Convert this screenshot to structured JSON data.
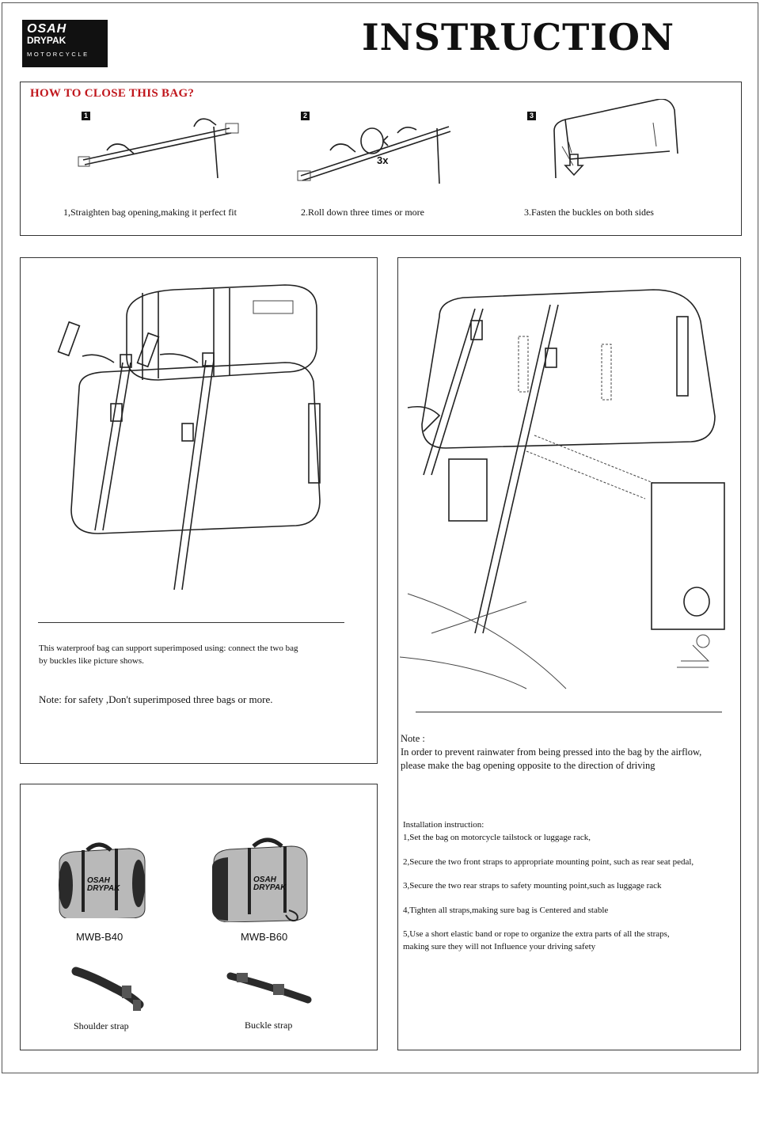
{
  "header": {
    "logo": {
      "line1": "OSAH",
      "line2": "DRYPAK",
      "line3": "MOTORCYCLE"
    },
    "title": "INSTRUCTION"
  },
  "close_section": {
    "heading": "HOW TO CLOSE THIS BAG?",
    "steps": [
      {
        "num": "1",
        "caption": "1,Straighten bag opening,making it perfect fit"
      },
      {
        "num": "2",
        "caption": "2.Roll down three times or more",
        "badge": "3x"
      },
      {
        "num": "3",
        "caption": "3.Fasten the buckles on both sides"
      }
    ]
  },
  "superimpose_panel": {
    "text_line1": "This waterproof bag can support superimposed using:  connect the two bag",
    "text_line2": "by buckles like picture shows.",
    "note": "Note: for safety ,Don't superimposed three bags or more."
  },
  "install_panel": {
    "note_label": "Note :",
    "note_line1": "In order to prevent rainwater from being pressed into the bag by the airflow,",
    "note_line2": "please make the bag opening opposite to the direction of driving",
    "instructions_title": "Installation instruction:",
    "instructions": [
      "1,Set the bag on motorcycle tailstock or luggage rack,",
      "2,Secure the two front straps to appropriate mounting point, such as rear seat pedal,",
      "3,Secure the two rear straps to safety mounting point,such as luggage rack",
      "4,Tighten all straps,making sure bag is Centered and stable",
      "5,Use a short elastic band or rope to organize the extra parts of all the straps,",
      "making sure they will not Influence your driving safety"
    ]
  },
  "products_panel": {
    "bags": [
      {
        "model": "MWB-B40",
        "logo": "OSAH DRYPAK"
      },
      {
        "model": "MWB-B60",
        "logo": "OSAH DRYPAK"
      }
    ],
    "accessories": [
      {
        "label": "Shoulder strap"
      },
      {
        "label": "Buckle strap"
      }
    ]
  },
  "colors": {
    "heading_red": "#c0161c",
    "line": "#222222",
    "bag_grey": "#b9b9b9",
    "bag_dark": "#2a2a2a"
  }
}
